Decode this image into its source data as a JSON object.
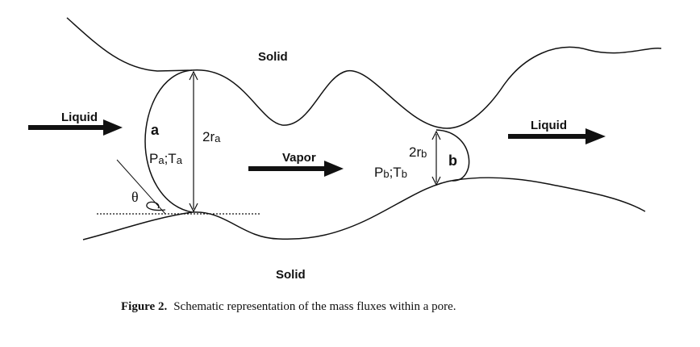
{
  "labels": {
    "solid_top": "Solid",
    "solid_bottom": "Solid",
    "liquid_left": "Liquid",
    "liquid_right": "Liquid",
    "vapor": "Vapor",
    "meniscus_a": "a",
    "meniscus_b": "b",
    "theta": "θ",
    "radius_a": {
      "main": "2r",
      "sub": "a"
    },
    "radius_b": {
      "main": "2r",
      "sub": "b"
    },
    "state_a": {
      "p": "P",
      "p_sub": "a",
      "sep": ";T",
      "t_sub": "a"
    },
    "state_b": {
      "p": "P",
      "p_sub": "b",
      "sep": ";T",
      "t_sub": "b"
    }
  },
  "caption": {
    "prefix": "Figure 2.",
    "text": "Schematic representation of the mass fluxes within a pore."
  }
}
